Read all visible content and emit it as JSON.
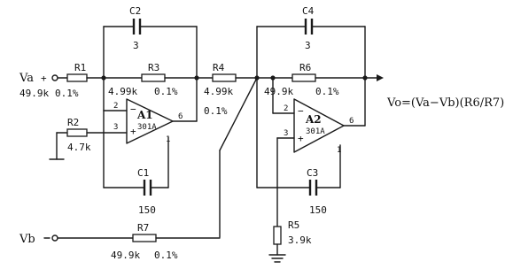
{
  "inputs": {
    "va": {
      "name": "Va",
      "value": "49.9k",
      "tol": "0.1%"
    },
    "vb": {
      "name": "Vb"
    }
  },
  "resistors": {
    "r1": {
      "ref": "R1"
    },
    "r2": {
      "ref": "R2",
      "value": "4.7k"
    },
    "r3": {
      "ref": "R3",
      "value": "4.99k",
      "tol": "0.1%"
    },
    "r4": {
      "ref": "R4",
      "value": "4.99k",
      "tol": "0.1%"
    },
    "r5": {
      "ref": "R5",
      "value": "3.9k"
    },
    "r6": {
      "ref": "R6",
      "value": "49.9k",
      "tol": "0.1%"
    },
    "r7": {
      "ref": "R7",
      "value": "49.9k",
      "tol": "0.1%"
    }
  },
  "capacitors": {
    "c1": {
      "ref": "C1",
      "value": "150"
    },
    "c2": {
      "ref": "C2",
      "value": "3"
    },
    "c3": {
      "ref": "C3",
      "value": "150"
    },
    "c4": {
      "ref": "C4",
      "value": "3"
    }
  },
  "opamps": {
    "a1": {
      "ref": "A1",
      "part": "301A",
      "pin_inv": "2",
      "pin_noninv": "3",
      "pin_out": "6",
      "pin_comp": "1",
      "sign_minus": "−",
      "sign_plus": "+"
    },
    "a2": {
      "ref": "A2",
      "part": "301A",
      "pin_inv": "2",
      "pin_noninv": "3",
      "pin_out": "6",
      "pin_comp": "1",
      "sign_minus": "−",
      "sign_plus": "+"
    }
  },
  "output": {
    "label": "Vo=(Va−Vb)(R6/R7)"
  }
}
